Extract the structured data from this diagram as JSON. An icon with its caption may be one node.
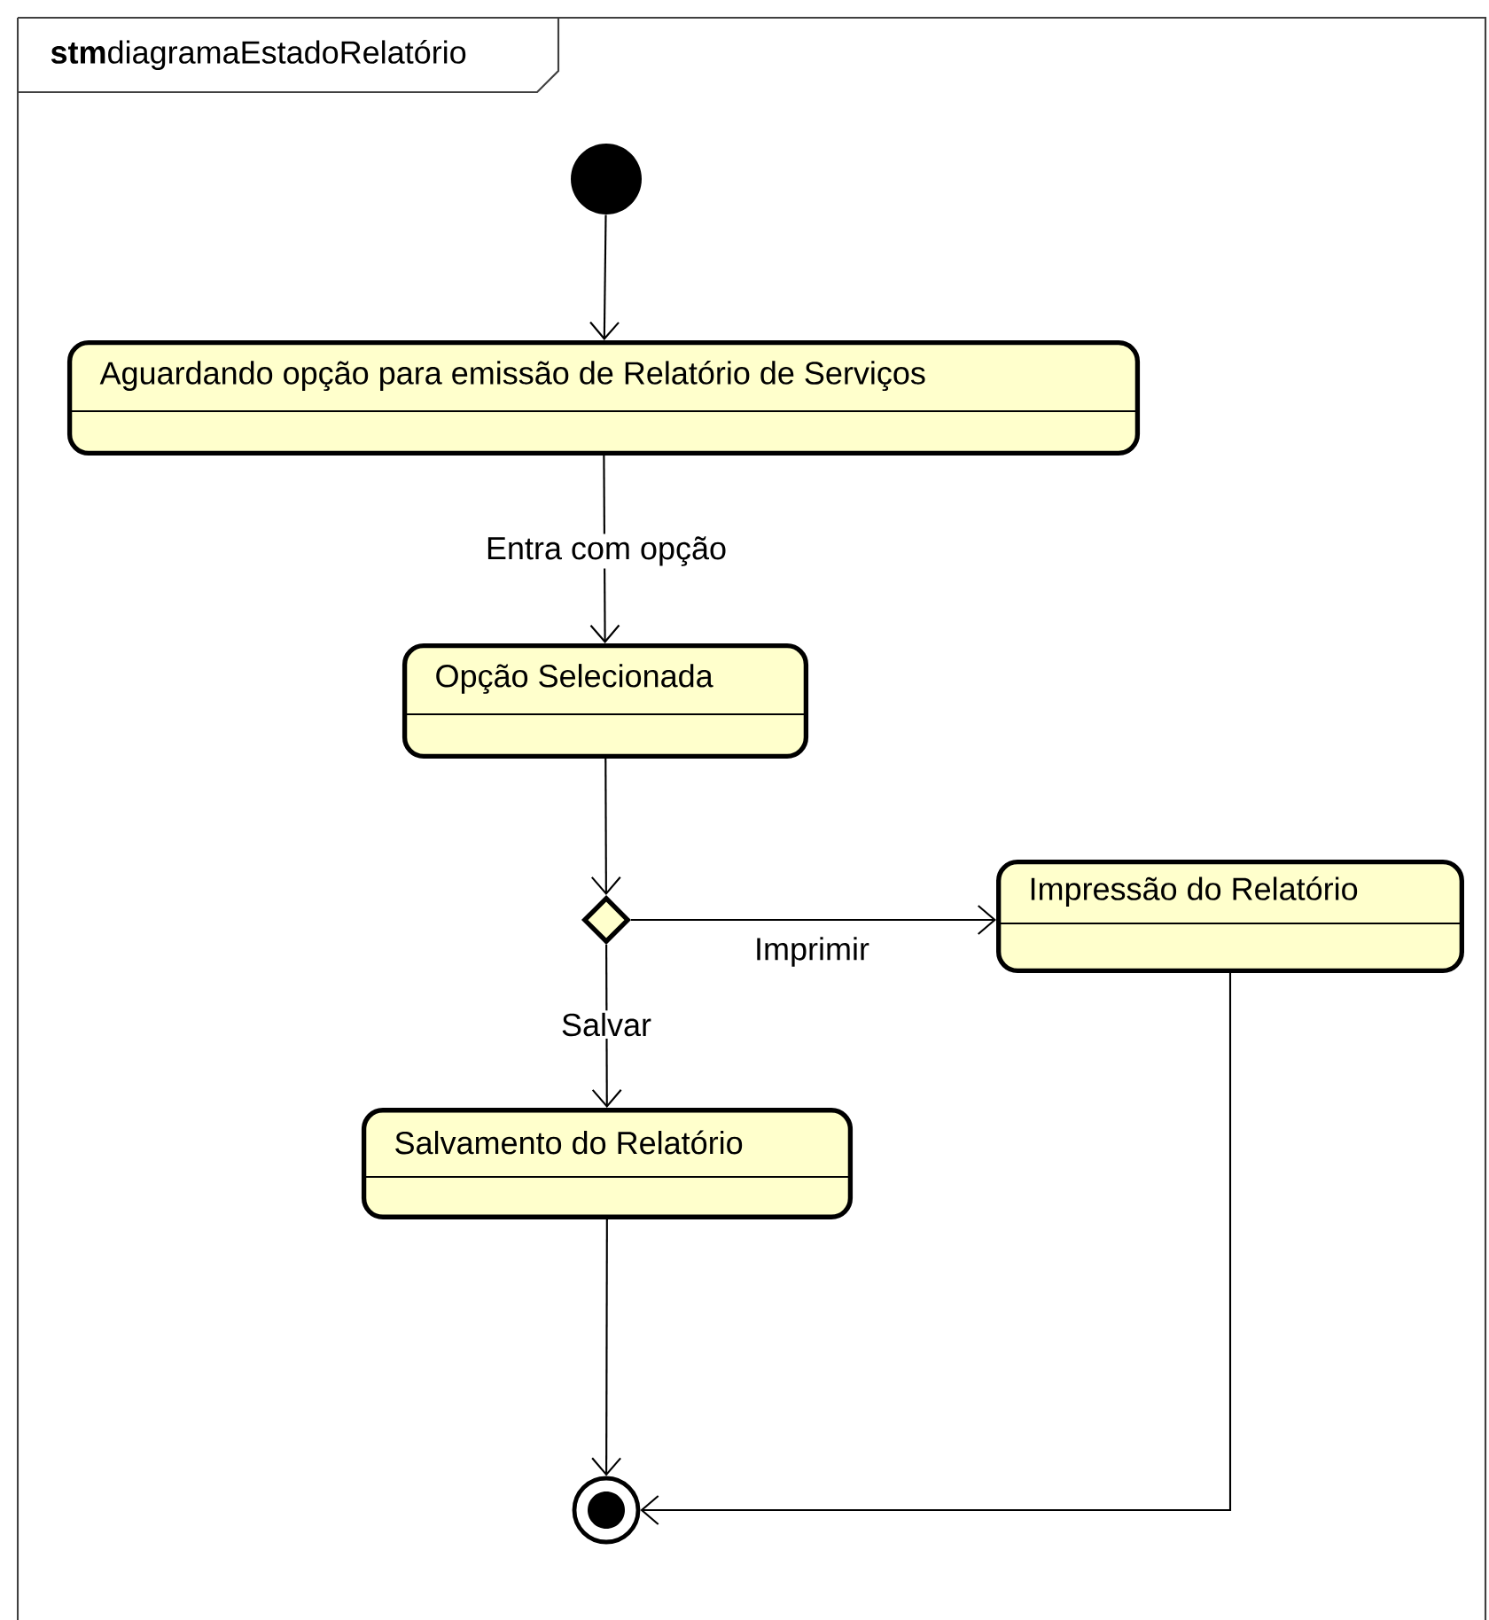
{
  "diagram": {
    "title": "**stm**diagramaEstadoRelatório",
    "nodes": [
      {
        "text": [],
        "shape": "circle"
      },
      {
        "text": [
          "Aguardando opção para emissão de Relatório de Serviços"
        ]
      },
      {
        "text": [
          "Opção Selecionada"
        ]
      },
      {
        "text": [],
        "shape": "diamond"
      },
      {
        "text": [
          "Impressão do Relatório"
        ]
      },
      {
        "text": [
          "Salvamento do Relatório"
        ]
      },
      {
        "text": [],
        "shape": "bullseye"
      }
    ],
    "edges": [
      {
        "from": 0,
        "to": 1,
        "arrow": "to"
      },
      {
        "from": 1,
        "to": 2,
        "arrow": "to",
        "label": "Entra com opção"
      },
      {
        "from": 2,
        "to": 3,
        "arrow": "to"
      },
      {
        "from": 3,
        "to": 4,
        "arrow": "to",
        "label": "Imprimir"
      },
      {
        "from": 3,
        "to": 5,
        "arrow": "to",
        "label": "Salvar"
      },
      {
        "from": 5,
        "to": 6,
        "arrow": "to"
      },
      {
        "from": 4,
        "to": 6,
        "arrow": "to"
      }
    ]
  }
}
